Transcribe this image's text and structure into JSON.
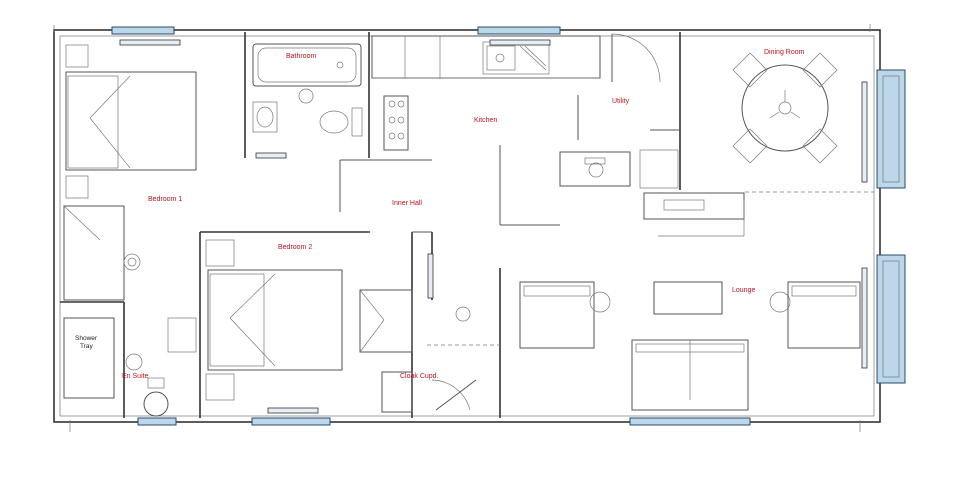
{
  "floor_plan": {
    "rooms": {
      "bathroom": "Bathroom",
      "kitchen": "Kitchen",
      "utility": "Utility",
      "dining_room": "Dining Room",
      "bedroom_1": "Bedroom 1",
      "inner_hall": "Inner Hall",
      "bedroom_2": "Bedroom 2",
      "lounge": "Lounge",
      "shower_tray_line1": "Shower",
      "shower_tray_line2": "Tray",
      "en_suite": "En Suite",
      "cloaks_cupd": "Cloak Cupd."
    },
    "colors": {
      "label": "#c0141c",
      "walls": "#333333",
      "windows": "#bcd6ea",
      "fitted_red": "#d84a6a",
      "fitted_yellow": "#e6b800"
    }
  }
}
